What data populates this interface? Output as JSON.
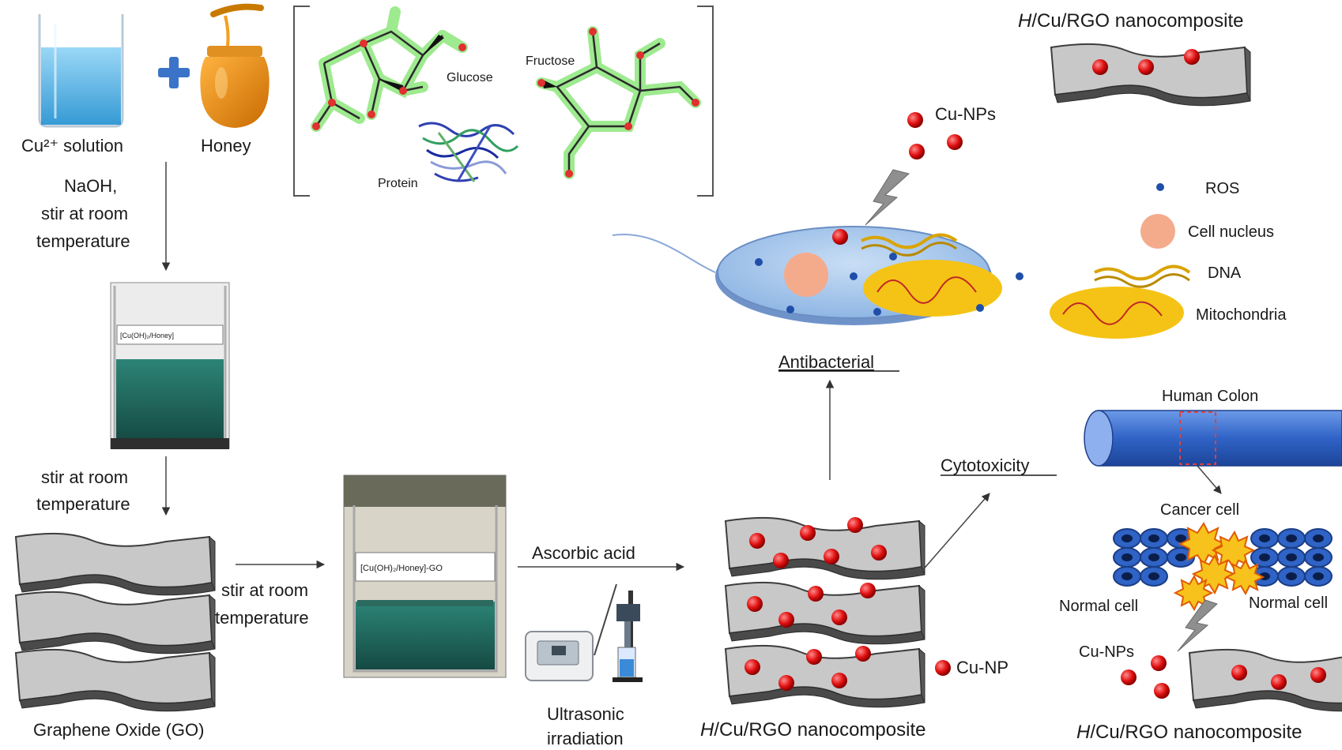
{
  "top_left": {
    "cu_solution_label": "Cu²⁺ solution",
    "honey_label": "Honey",
    "plus_symbol": "+"
  },
  "molecules": {
    "glucose": "Glucose",
    "fructose": "Fructose",
    "protein": "Protein"
  },
  "steps": {
    "step1_line1": "NaOH,",
    "step1_line2": "stir at room",
    "step1_line3": "temperature",
    "beaker1_label": "[Cu(OH)₂/Honey]",
    "step2_line1": "stir at room",
    "step2_line2": "temperature",
    "go_label": "Graphene Oxide (GO)",
    "step3_line1": "stir at room",
    "step3_line2": "temperature",
    "beaker2_label": "[Cu(OH)₂/Honey]-GO",
    "ascorbic_label": "Ascorbic acid",
    "ultrasonic_line1": "Ultrasonic",
    "ultrasonic_line2": "irradiation"
  },
  "composite": {
    "title_italic": "H",
    "title_rest": "/Cu/RGO  nanocomposite",
    "cu_np_label": "Cu-NP"
  },
  "antibacterial": {
    "heading": "Antibacterial",
    "cu_nps_label": "Cu-NPs",
    "legend": [
      {
        "key": "ros",
        "label": "ROS"
      },
      {
        "key": "nucleus",
        "label": "Cell nucleus"
      },
      {
        "key": "dna",
        "label": "DNA"
      },
      {
        "key": "mito",
        "label": "Mitochondria"
      }
    ]
  },
  "cytotoxicity": {
    "heading": "Cytotoxicity",
    "colon_label": "Human Colon",
    "cancer_label": "Cancer  cell",
    "normal_left": "Normal cell",
    "normal_right": "Normal cell",
    "cu_nps_label": "Cu-NPs"
  },
  "colors": {
    "cu_np": "#e01010",
    "sheet_fill": "#c8c8c8",
    "sheet_edge": "#555555",
    "cell_body": "#a9c8ec",
    "nucleus": "#f4ab8c",
    "mitochondria": "#f5c315",
    "ros": "#1f4fa8",
    "colon": "#3a6ed2",
    "solution_green": "#1f6b60",
    "molecule_glow": "#7ee36a"
  }
}
